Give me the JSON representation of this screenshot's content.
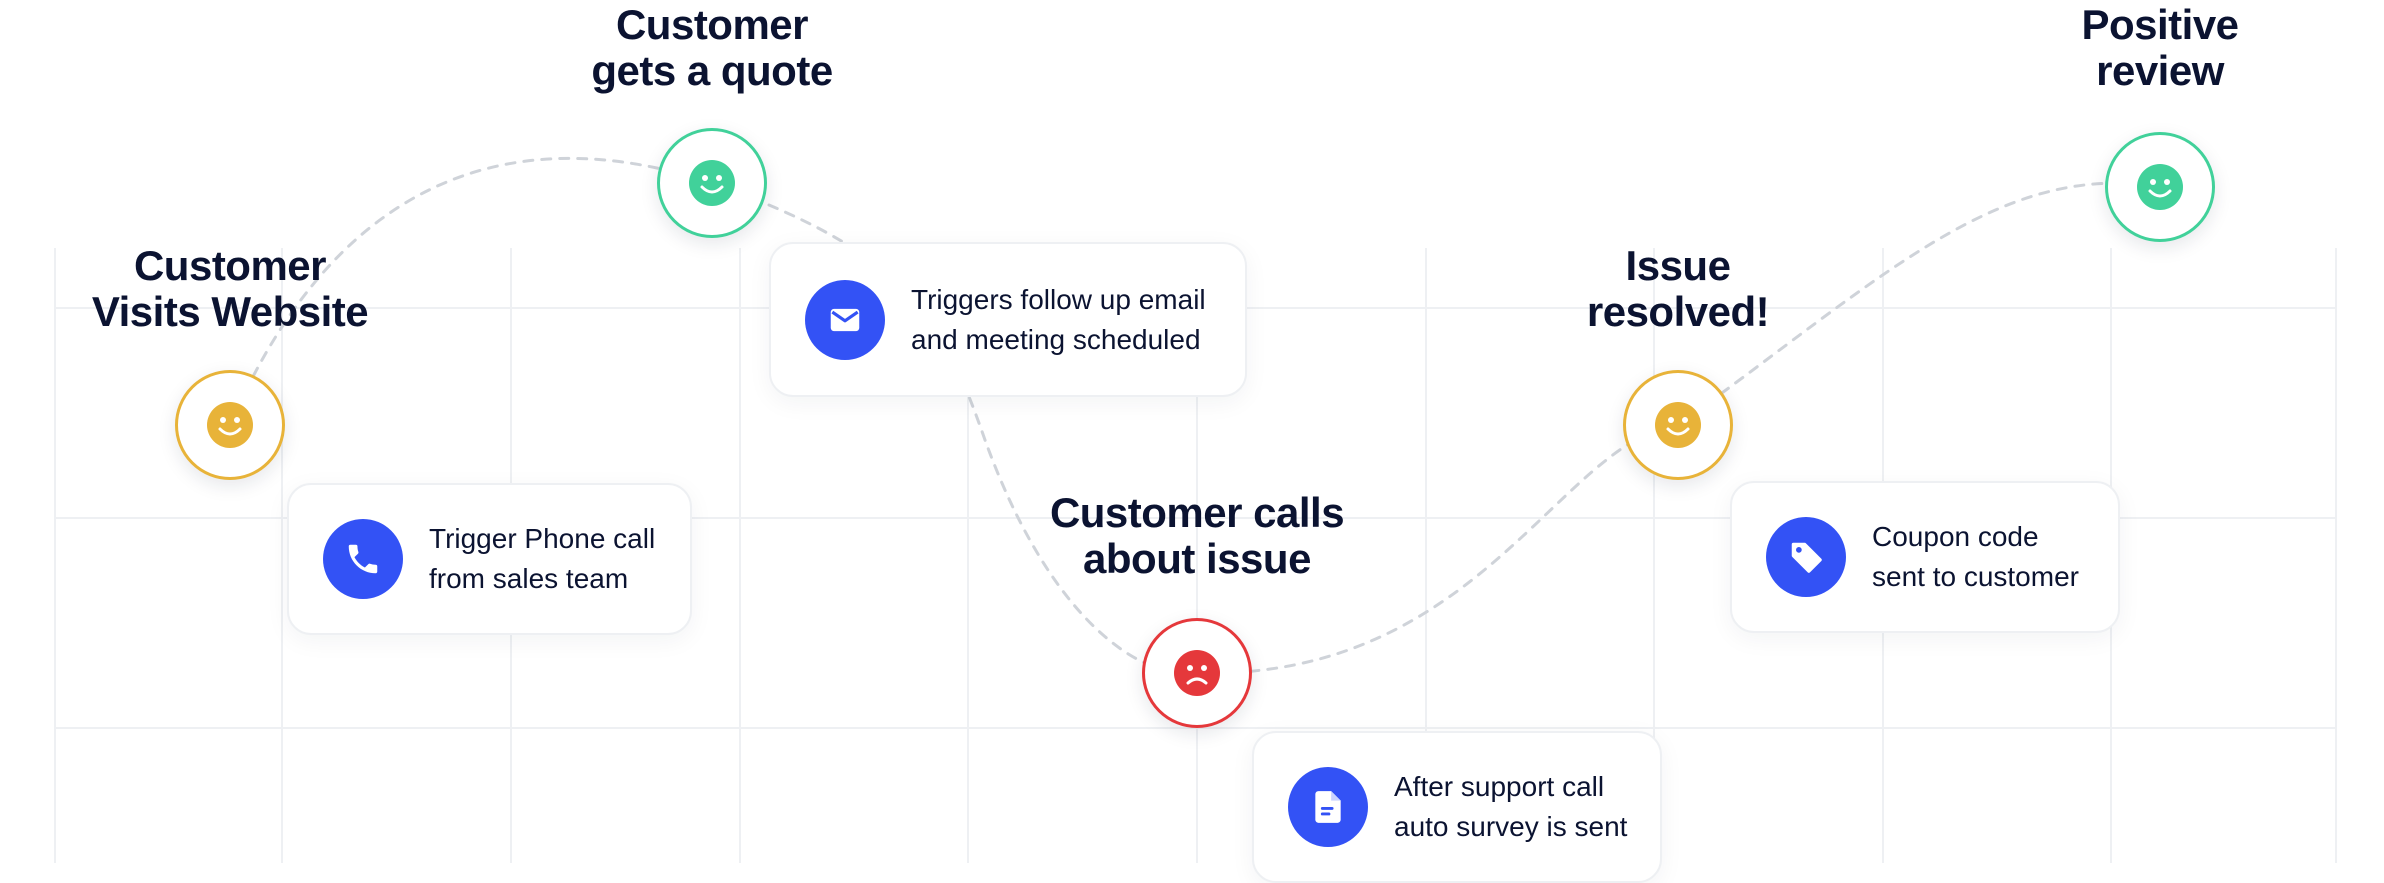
{
  "colors": {
    "happy_green": "#41d19a",
    "neutral_yellow": "#e8b339",
    "sad_red": "#e5383b",
    "icon_blue": "#3352f5",
    "title_text": "#0b1331",
    "curve": "#cfd3d9",
    "grid": "#eef0f3"
  },
  "stages": [
    {
      "id": "visit",
      "title_lines": [
        "Customer",
        "Visits Website"
      ],
      "mood": "neutral",
      "face_icon": "smile-face-icon"
    },
    {
      "id": "quote",
      "title_lines": [
        "Customer",
        "gets a quote"
      ],
      "mood": "happy",
      "face_icon": "smile-face-icon"
    },
    {
      "id": "calls",
      "title_lines": [
        "Customer calls",
        "about issue"
      ],
      "mood": "sad",
      "face_icon": "frown-face-icon"
    },
    {
      "id": "resolved",
      "title_lines": [
        "Issue",
        "resolved!"
      ],
      "mood": "neutral",
      "face_icon": "smile-face-icon"
    },
    {
      "id": "review",
      "title_lines": [
        "Positive",
        "review"
      ],
      "mood": "happy",
      "face_icon": "smile-face-icon"
    }
  ],
  "actions": [
    {
      "id": "phone",
      "icon": "phone-icon",
      "lines": [
        "Trigger Phone call",
        "from sales team"
      ]
    },
    {
      "id": "email",
      "icon": "envelope-icon",
      "lines": [
        "Triggers follow up email",
        "and meeting scheduled"
      ]
    },
    {
      "id": "survey",
      "icon": "document-icon",
      "lines": [
        "After support call",
        "auto survey is sent"
      ]
    },
    {
      "id": "coupon",
      "icon": "tag-icon",
      "lines": [
        "Coupon code",
        "sent to customer"
      ]
    }
  ]
}
